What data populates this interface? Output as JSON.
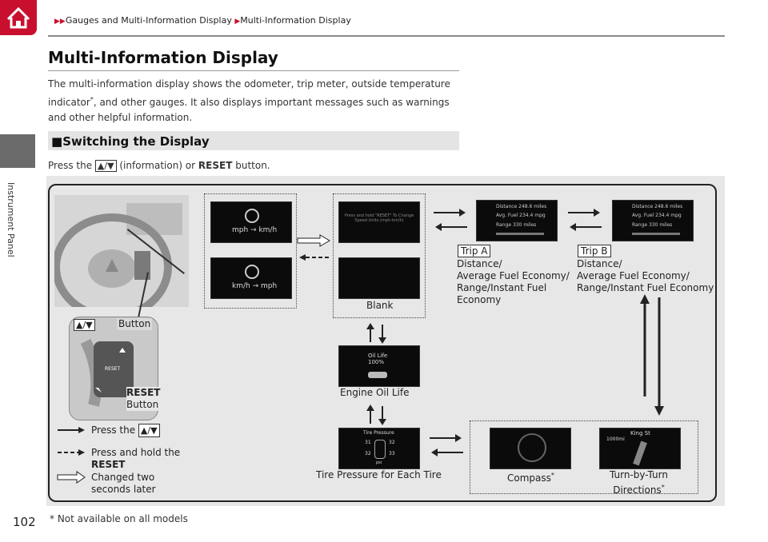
{
  "breadcrumb": {
    "item1": "Gauges and Multi-Information Display",
    "item2": "Multi-Information Display"
  },
  "side_tab": "Instrument Panel",
  "page_number": "102",
  "title": "Multi-Information Display",
  "intro": {
    "line1": "The multi-information display shows the odometer, trip meter, outside temperature",
    "line2a": "indicator",
    "line2b": ", and other gauges. It also displays important messages such as warnings",
    "line3": "and other helpful information."
  },
  "section": {
    "bullet": "■",
    "title": "Switching the Display"
  },
  "press": {
    "prefix": "Press the",
    "info": "(information) or",
    "reset": "RESET",
    "suffix": "button."
  },
  "diagram": {
    "screens": {
      "speed_mph": "mph → km/h",
      "speed_kmh": "km/h → mph",
      "reset_msg": "Press and hold \"RESET\" To Change Speed Units (mph-km/h)",
      "oil": "Oil Life 100%",
      "tire": "Tire Pressure",
      "tire_vals": [
        "31",
        "32",
        "32",
        "33"
      ],
      "tire_unit": "psi",
      "trip_rows": [
        {
          "label": "Distance",
          "value": "248.6 miles"
        },
        {
          "label": "Avg. Fuel",
          "value": "234.4 mpg"
        },
        {
          "label": "Range",
          "value": "330 miles"
        }
      ],
      "turn_street": "King St",
      "turn_dist": "1000mi"
    },
    "blank": "Blank",
    "trip_a": {
      "tag": "Trip A",
      "line1": "Distance/",
      "line2": "Average Fuel Economy/",
      "line3": "Range/Instant Fuel",
      "line4": "Economy"
    },
    "trip_b": {
      "tag": "Trip B",
      "line1": "Distance/",
      "line2": "Average Fuel Economy/",
      "line3": "Range/Instant Fuel Economy"
    },
    "engine_oil": "Engine Oil Life",
    "tire_pressure": "Tire Pressure for Each Tire",
    "compass": "Compass",
    "turn_by_turn1": "Turn-by-Turn",
    "turn_by_turn2": "Directions",
    "asterisk": "*",
    "wheel_button": "Button",
    "reset_button1": "RESET",
    "reset_button2": "Button",
    "wheel_reset_text": "RESET",
    "legend": {
      "press": "Press the",
      "hold1": "Press and hold the",
      "hold2": "RESET",
      "changed1": "Changed two",
      "changed2": "seconds later"
    }
  },
  "footnote": "* Not available on all models",
  "colors": {
    "accent": "#c8102e",
    "diagram_bg": "#e7e7e7"
  }
}
